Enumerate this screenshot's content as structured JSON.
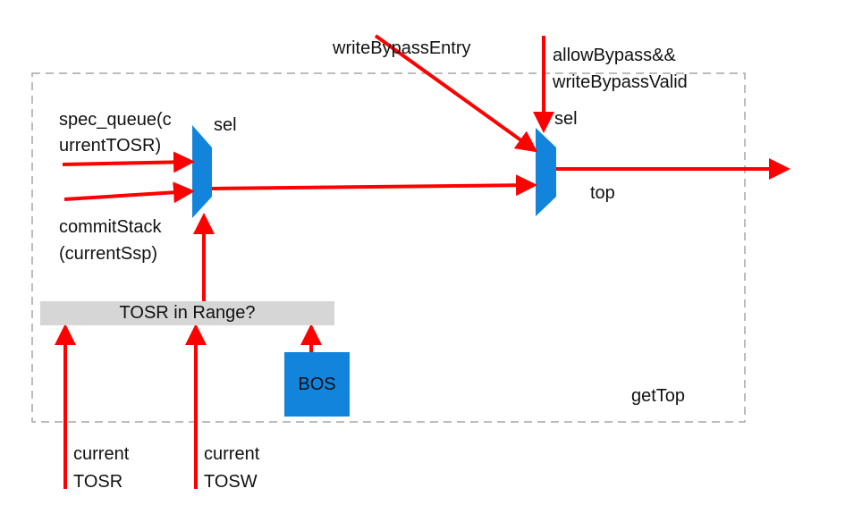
{
  "labels": {
    "write_bypass_entry": "writeBypassEntry",
    "allow_bypass_line1": "allowBypass&&",
    "allow_bypass_line2": "writeBypassValid",
    "spec_queue_line1": "spec_queue(c",
    "spec_queue_line2": "urrentTOSR)",
    "sel_left": "sel",
    "sel_right": "sel",
    "top": "top",
    "commit_stack_line1": "commitStack",
    "commit_stack_line2": "(currentSsp)",
    "tosr_in_range": "TOSR in Range?",
    "bos": "BOS",
    "get_top": "getTop",
    "current_tosr_line1": "current",
    "current_tosr_line2": "TOSR",
    "current_tosw_line1": "current",
    "current_tosw_line2": "TOSW"
  },
  "colors": {
    "wire": "#ff0000",
    "mux": "#1384dc",
    "range_box": "#d6d6d6",
    "bos_box": "#1384dc",
    "boundary": "#a6a6a6"
  }
}
